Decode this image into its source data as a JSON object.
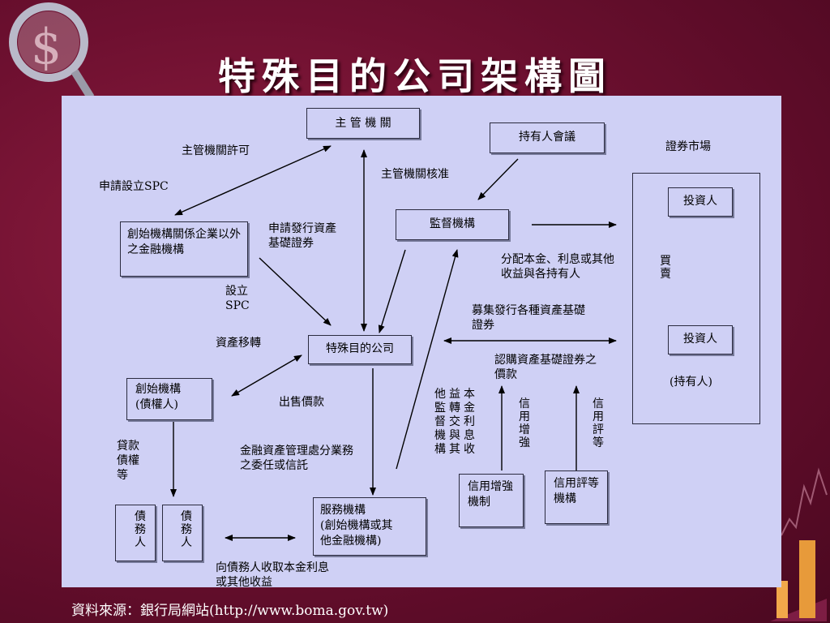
{
  "slide": {
    "title": "特殊目的公司架構圖",
    "source": "資料來源：銀行局網站(http://www.boma.gov.tw)"
  },
  "nodes": {
    "authority": "主 管 機 關",
    "holders_meeting": "持有人會議",
    "supervisor": "監督機構",
    "non_originator_fi": "創始機構關係企業以外之金融機構",
    "spc": "特殊目的公司",
    "originator_l1": "創始機構",
    "originator_l2": "(債權人)",
    "debtor_1": "債務人",
    "debtor_2": "債務人",
    "servicer_l1": "服務機構",
    "servicer_l2": "(創始機構或其",
    "servicer_l3": "他金融機構)",
    "credit_enhancer": "信用增強機制",
    "rating_agency": "信用評等機構",
    "investor_top": "投資人",
    "investor_bottom": "投資人",
    "holder_note": "(持有人)"
  },
  "labels": {
    "market": "證券市場",
    "authority_permit": "主管機關許可",
    "apply_spc": "申請設立SPC",
    "authority_approve": "主管機關核准",
    "apply_issue": "申請發行資產基礎證券",
    "setup_spc_1": "設立",
    "setup_spc_2": "SPC",
    "asset_transfer": "資產移轉",
    "sale_price": "出售價款",
    "loan_claims": "貸款債權等",
    "mgmt_delegation": "金融資產管理處分業務之委任或信託",
    "collect": "向債務人收取本金利息或其他收益",
    "distribute": "分配本金、利息或其他收益與各持有人",
    "raise": "募集發行各種資產基礎證券",
    "subscribe": "認購資產基礎證券之價款",
    "trade": "買賣",
    "pass_to_supervisor": "本金利息收益轉交與其他監督機構",
    "credit_enhance": "信用增強",
    "credit_rating": "信用評等"
  }
}
